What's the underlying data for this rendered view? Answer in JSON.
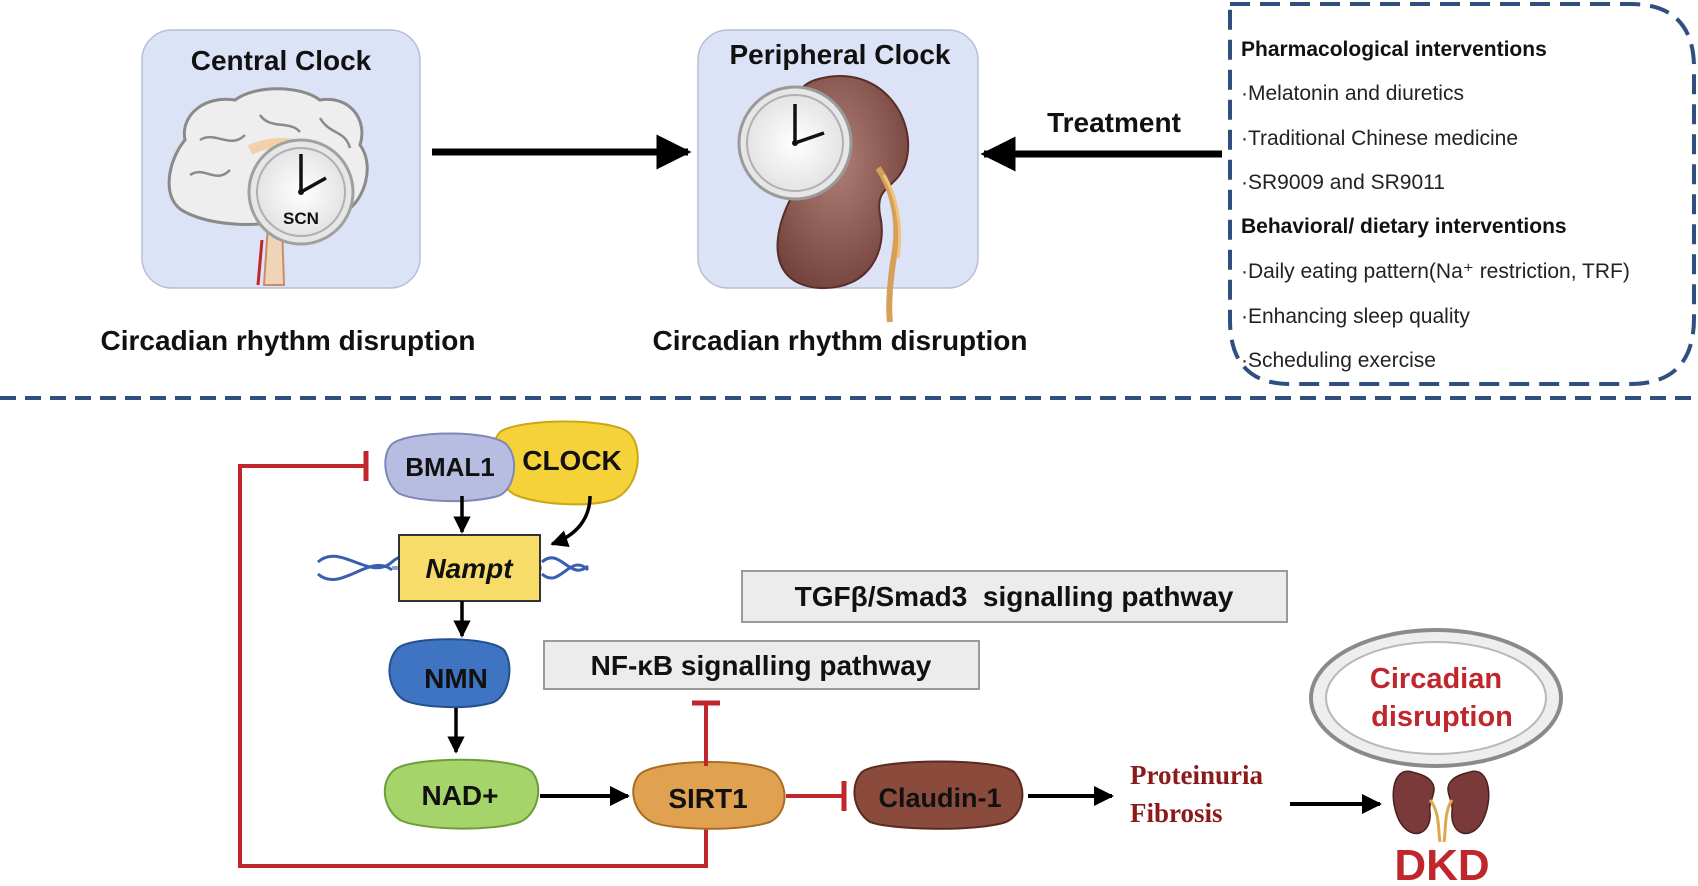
{
  "top": {
    "central_clock": {
      "title": "Central Clock",
      "scn_label": "SCN",
      "caption": "Circadian rhythm disruption"
    },
    "peripheral_clock": {
      "title": "Peripheral Clock",
      "caption": "Circadian rhythm disruption"
    },
    "treatment_label": "Treatment",
    "interventions": {
      "pharm_heading": "Pharmacological interventions",
      "pharm_items": [
        "·Melatonin and diuretics",
        "·Traditional Chinese medicine",
        "·SR9009 and SR9011"
      ],
      "behav_heading": "Behavioral/ dietary interventions",
      "behav_items": [
        "·Daily eating pattern(Na⁺ restriction, TRF)",
        "·Enhancing sleep quality",
        "·Scheduling exercise"
      ]
    }
  },
  "pathway": {
    "bmal1": "BMAL1",
    "clock": "CLOCK",
    "nampt": "Nampt",
    "nmn": "NMN",
    "nad": "NAD+",
    "sirt1": "SIRT1",
    "claudin": "Claudin-1",
    "tgf_pathway": "TGFβ/Smad3  signalling pathway",
    "nfkb_pathway": "NF-κB signalling pathway",
    "outcome_line1": "Proteinuria",
    "outcome_line2": "Fibrosis",
    "circadian_line1": "Circadian",
    "circadian_line2": "disruption",
    "dkd": "DKD"
  },
  "colors": {
    "panel_fill": "#dde3f6",
    "divider": "#2f4f7f",
    "inhibit_red": "#c0272d",
    "dkd_red": "#c0272d",
    "outcome_text": "#8b1a1a",
    "bmal1_fill": "#b7bde0",
    "clock_fill": "#f6d23a",
    "nampt_fill": "#f8dc6a",
    "nmn_fill": "#3f74c2",
    "nad_fill": "#a5d46a",
    "sirt1_fill": "#e0a250",
    "claudin_fill": "#8a4a3c",
    "pathway_box_fill": "#ececec"
  }
}
